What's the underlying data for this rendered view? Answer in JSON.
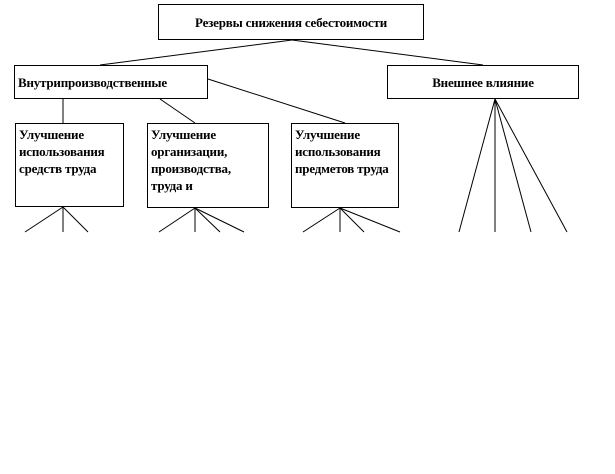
{
  "root": {
    "label": "Резервы снижения себестоимости"
  },
  "branches": {
    "internal": {
      "label": "Внутрипроизводственные"
    },
    "external": {
      "label": "Внешнее влияние"
    }
  },
  "children": [
    {
      "label": "Улучшение использования средств труда"
    },
    {
      "label": "Улучшение организации, производства, труда и"
    },
    {
      "label": "Улучшение использования предметов труда"
    }
  ]
}
